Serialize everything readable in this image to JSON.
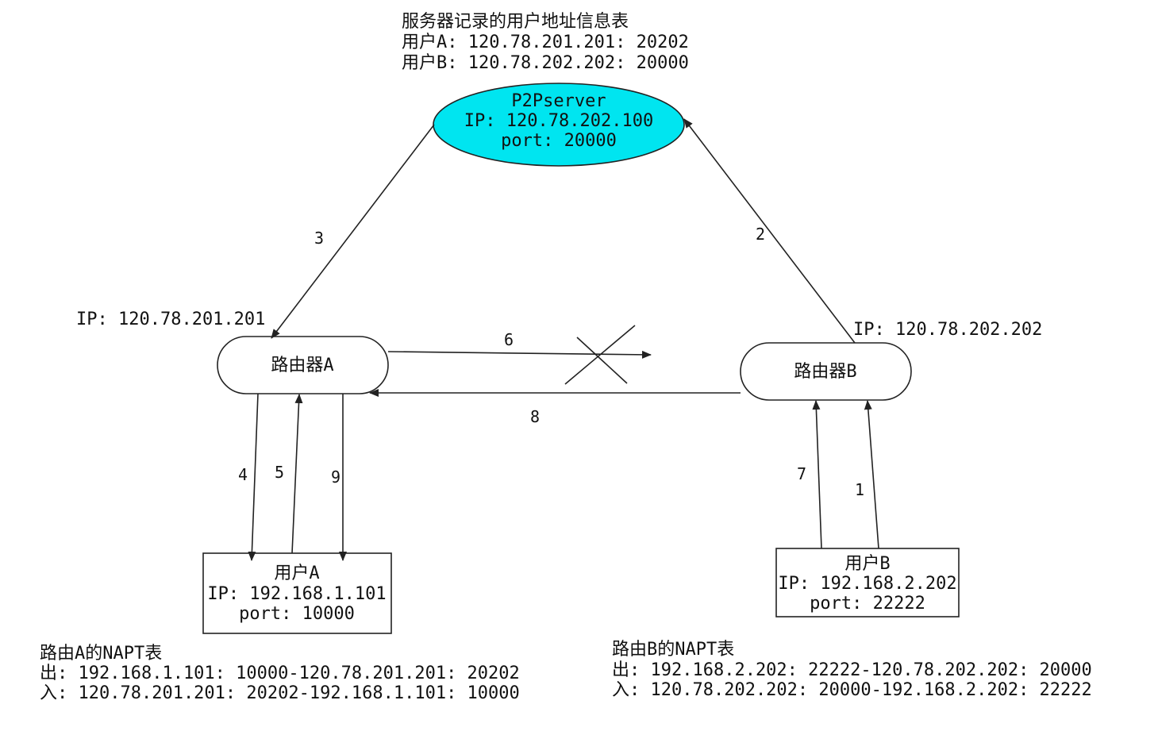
{
  "server_table": {
    "title": "服务器记录的用户地址信息表",
    "user_a": "用户A: 120.78.201.201: 20202",
    "user_b": "用户B: 120.78.202.202: 20000"
  },
  "server": {
    "name": "P2Pserver",
    "ip": "IP: 120.78.202.100",
    "port": "port: 20000",
    "fill_color": "#00e5f0"
  },
  "router_a": {
    "label": "路由器A",
    "public_ip": "IP: 120.78.201.201"
  },
  "router_b": {
    "label": "路由器B",
    "public_ip": "IP: 120.78.202.202"
  },
  "user_a": {
    "label": "用户A",
    "ip": "IP: 192.168.1.101",
    "port": "port: 10000"
  },
  "user_b": {
    "label": "用户B",
    "ip": "IP: 192.168.2.202",
    "port": "port: 22222"
  },
  "napt_a": {
    "title": "路由A的NAPT表",
    "out": "出: 192.168.1.101: 10000-120.78.201.201: 20202",
    "in": "入: 120.78.201.201: 20202-192.168.1.101: 10000"
  },
  "napt_b": {
    "title": "路由B的NAPT表",
    "out": "出: 192.168.2.202: 22222-120.78.202.202: 20000",
    "in": "入: 120.78.202.202: 20000-192.168.2.202: 22222"
  },
  "steps": {
    "s1": "1",
    "s2": "2",
    "s3": "3",
    "s4": "4",
    "s5": "5",
    "s6": "6",
    "s7": "7",
    "s8": "8",
    "s9": "9"
  },
  "blocked_step": "6"
}
